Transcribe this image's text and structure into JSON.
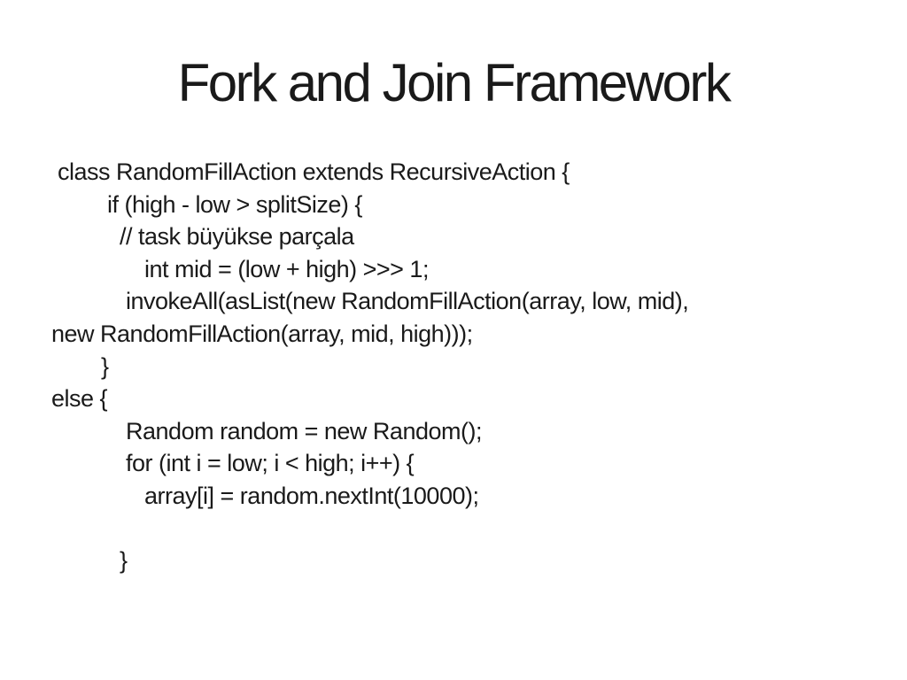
{
  "slide": {
    "title": "Fork and Join Framework",
    "colors": {
      "background": "#ffffff",
      "text": "#1a1a1a"
    },
    "code_lines": [
      " class RandomFillAction extends RecursiveAction {",
      "         if (high - low > splitSize) {",
      "           // task büyükse parçala",
      "               int mid = (low + high) >>> 1;",
      "            invokeAll(asList(new RandomFillAction(array, low, mid),",
      "new RandomFillAction(array, mid, high)));",
      "        }",
      "else {",
      "            Random random = new Random();",
      "            for (int i = low; i < high; i++) {",
      "               array[i] = random.nextInt(10000);",
      "",
      "           }"
    ]
  }
}
